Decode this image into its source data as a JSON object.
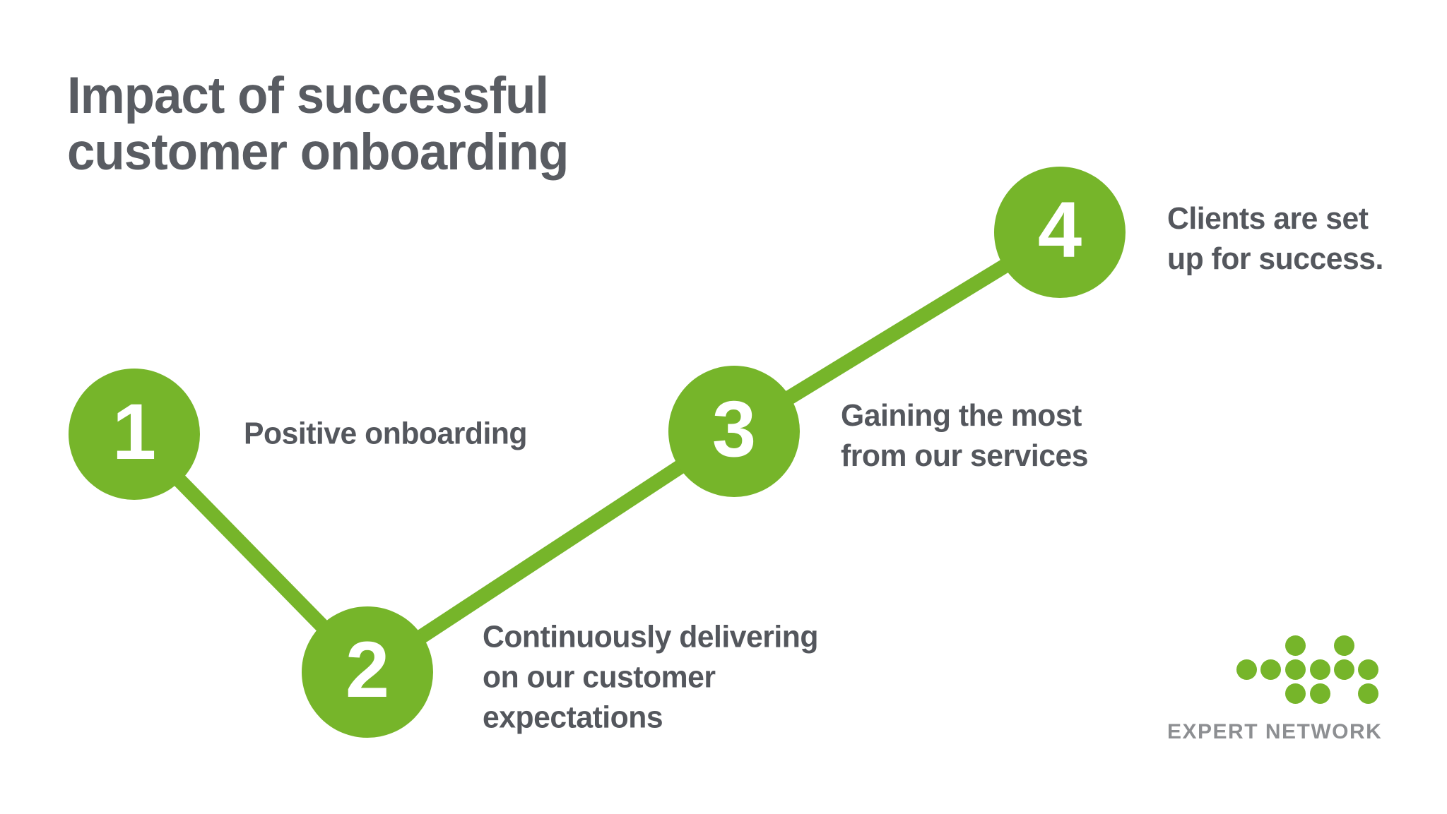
{
  "title": "Impact of successful\ncustomer onboarding",
  "steps": [
    {
      "number": "1",
      "label": "Positive onboarding"
    },
    {
      "number": "2",
      "label": "Continuously delivering\non our customer\nexpectations"
    },
    {
      "number": "3",
      "label": "Gaining the most\nfrom our services"
    },
    {
      "number": "4",
      "label": "Clients are set\nup for success."
    }
  ],
  "logo": {
    "text": "EXPERT NETWORK"
  },
  "colors": {
    "green": "#76B52A",
    "title_gray": "#595C62",
    "label_gray": "#54575D",
    "logo_gray": "#8D8F92",
    "background": "#FFFFFF",
    "number_white": "#FFFFFF"
  }
}
